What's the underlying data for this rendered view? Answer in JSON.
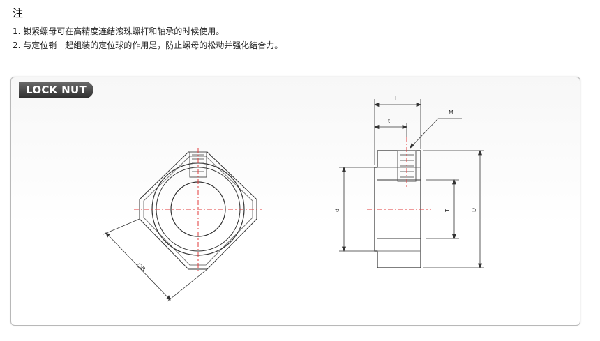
{
  "notes": {
    "title": "注",
    "items": [
      "1. 锁紧螺母可在高精度连结滚珠螺杆和轴承的时候使用。",
      "2. 与定位销一起组装的定位球的作用是，防止螺母的松动并强化结合力。"
    ]
  },
  "panel": {
    "badge": "LOCK NUT"
  },
  "drawing": {
    "labels": {
      "L": "L",
      "t": "t",
      "M": "M",
      "d": "d",
      "T": "T",
      "D": "D",
      "B": "□B"
    }
  },
  "colors": {
    "centerline": "#e23b3b",
    "outline": "#333333"
  }
}
